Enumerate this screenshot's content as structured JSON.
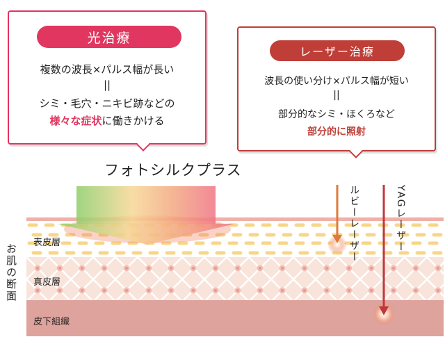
{
  "light_treatment": {
    "badge": "光治療",
    "line1": "複数の波長×パルス幅が長い",
    "eq": "||",
    "line3": "シミ・毛穴・ニキビ跡などの",
    "line4_highlight": "様々な症状",
    "line4_rest": "に働きかける"
  },
  "laser_treatment": {
    "badge": "レーザー治療",
    "line1": "波長の使い分け×パルス幅が短い",
    "eq": "||",
    "line3": "部分的なシミ・ほくろなど",
    "line4_highlight": "部分的に照射"
  },
  "photo_title": "フォトシルクプラス",
  "lasers": {
    "ruby": "ルビーレーザー",
    "yag": "YAGレーザー"
  },
  "skin": {
    "section_label": "お肌の断面",
    "layers": [
      "表皮層",
      "真皮層",
      "皮下組織"
    ]
  },
  "colors": {
    "light": "#e0365f",
    "laser": "#bf3e38",
    "ruby": "#e07a3a",
    "yag": "#c0373a"
  }
}
